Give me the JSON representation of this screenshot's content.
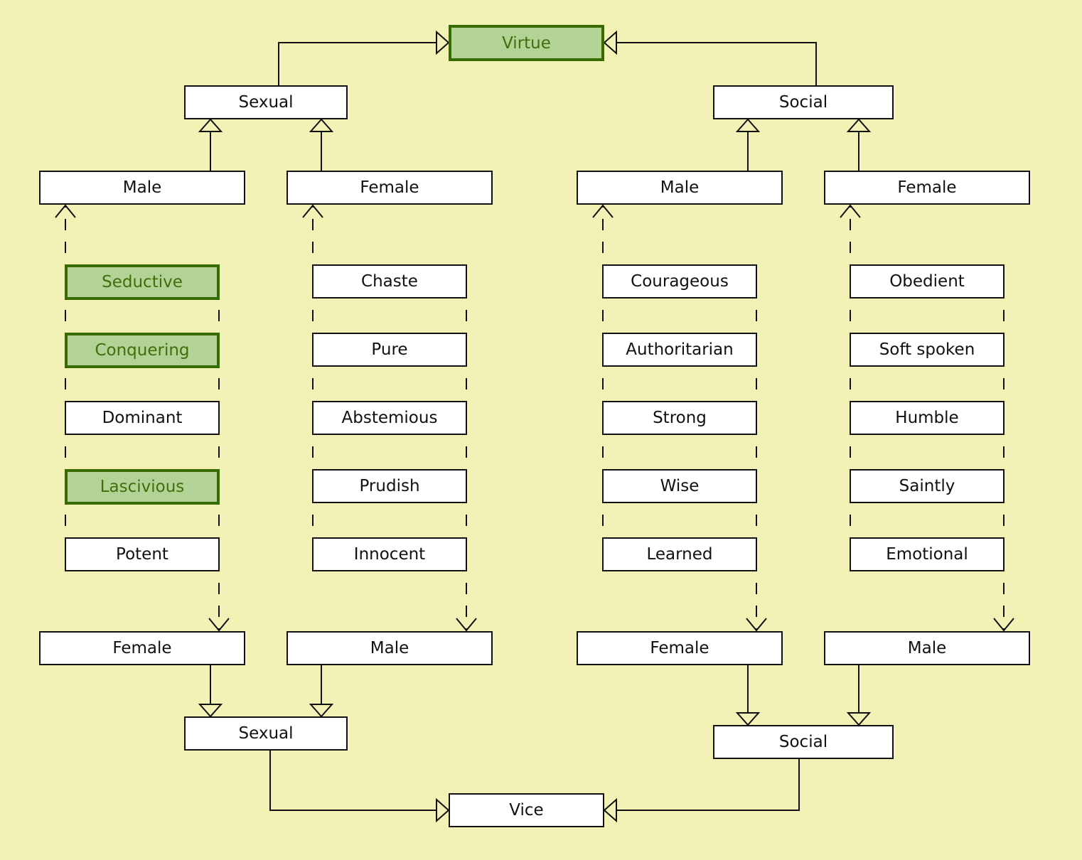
{
  "colors": {
    "background": "#f2f1b6",
    "highlight_fill": "#b3d396",
    "highlight_border": "#376a00"
  },
  "top": {
    "label": "Virtue",
    "highlighted": true
  },
  "bottom": {
    "label": "Vice",
    "highlighted": false
  },
  "top_categories": [
    {
      "label": "Sexual"
    },
    {
      "label": "Social"
    }
  ],
  "bottom_categories": [
    {
      "label": "Sexual"
    },
    {
      "label": "Social"
    }
  ],
  "top_genders": [
    {
      "label": "Male"
    },
    {
      "label": "Female"
    },
    {
      "label": "Male"
    },
    {
      "label": "Female"
    }
  ],
  "bottom_genders": [
    {
      "label": "Female"
    },
    {
      "label": "Male"
    },
    {
      "label": "Female"
    },
    {
      "label": "Male"
    }
  ],
  "columns": [
    {
      "traits": [
        {
          "label": "Seductive",
          "highlighted": true
        },
        {
          "label": "Conquering",
          "highlighted": true
        },
        {
          "label": "Dominant",
          "highlighted": false
        },
        {
          "label": "Lascivious",
          "highlighted": true
        },
        {
          "label": "Potent",
          "highlighted": false
        }
      ]
    },
    {
      "traits": [
        {
          "label": "Chaste",
          "highlighted": false
        },
        {
          "label": "Pure",
          "highlighted": false
        },
        {
          "label": "Abstemious",
          "highlighted": false
        },
        {
          "label": "Prudish",
          "highlighted": false
        },
        {
          "label": "Innocent",
          "highlighted": false
        }
      ]
    },
    {
      "traits": [
        {
          "label": "Courageous",
          "highlighted": false
        },
        {
          "label": "Authoritarian",
          "highlighted": false
        },
        {
          "label": "Strong",
          "highlighted": false
        },
        {
          "label": "Wise",
          "highlighted": false
        },
        {
          "label": "Learned",
          "highlighted": false
        }
      ]
    },
    {
      "traits": [
        {
          "label": "Obedient",
          "highlighted": false
        },
        {
          "label": "Soft spoken",
          "highlighted": false
        },
        {
          "label": "Humble",
          "highlighted": false
        },
        {
          "label": "Saintly",
          "highlighted": false
        },
        {
          "label": "Emotional",
          "highlighted": false
        }
      ]
    }
  ]
}
